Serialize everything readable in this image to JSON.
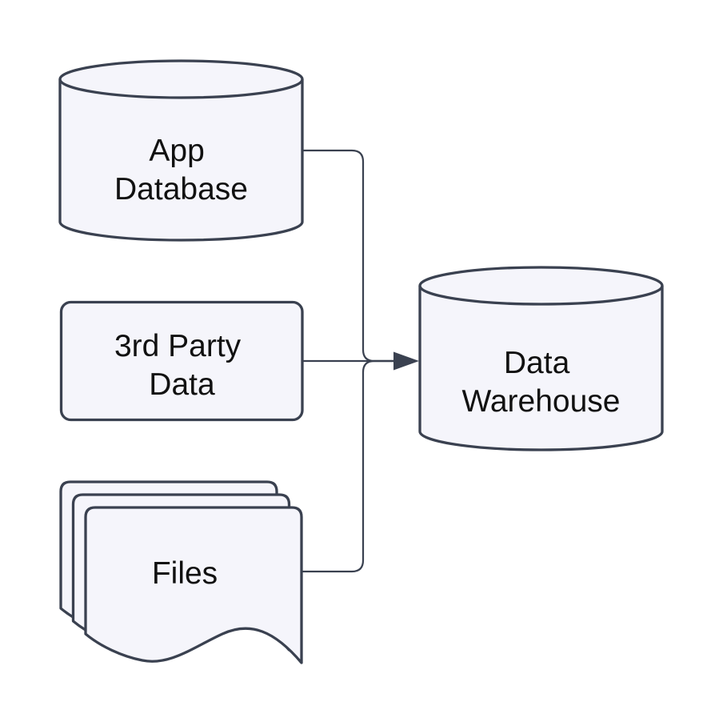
{
  "diagram": {
    "kind": "flowchart",
    "direction": "left-to-right",
    "background_color": "#ffffff",
    "node_fill_color": "#f5f5fb",
    "node_stroke_color": "#3a4150",
    "edge_color": "#3a4150",
    "text_color": "#111111",
    "nodes": [
      {
        "id": "app-database",
        "shape": "cylinder",
        "label": "App Database",
        "line1": "App",
        "line2": "Database"
      },
      {
        "id": "third-party-data",
        "shape": "rounded-rectangle",
        "label": "3rd Party Data",
        "line1": "3rd Party",
        "line2": "Data"
      },
      {
        "id": "files",
        "shape": "stacked-documents",
        "label": "Files",
        "line1": "Files"
      },
      {
        "id": "data-warehouse",
        "shape": "cylinder",
        "label": "Data Warehouse",
        "line1": "Data",
        "line2": "Warehouse"
      }
    ],
    "edges": [
      {
        "from": "App Database",
        "to": "Data Warehouse",
        "style": "rounded-elbow",
        "arrowhead": "none"
      },
      {
        "from": "3rd Party Data",
        "to": "Data Warehouse",
        "style": "straight",
        "arrowhead": "filled-triangle"
      },
      {
        "from": "Files",
        "to": "Data Warehouse",
        "style": "rounded-elbow",
        "arrowhead": "none"
      }
    ]
  }
}
